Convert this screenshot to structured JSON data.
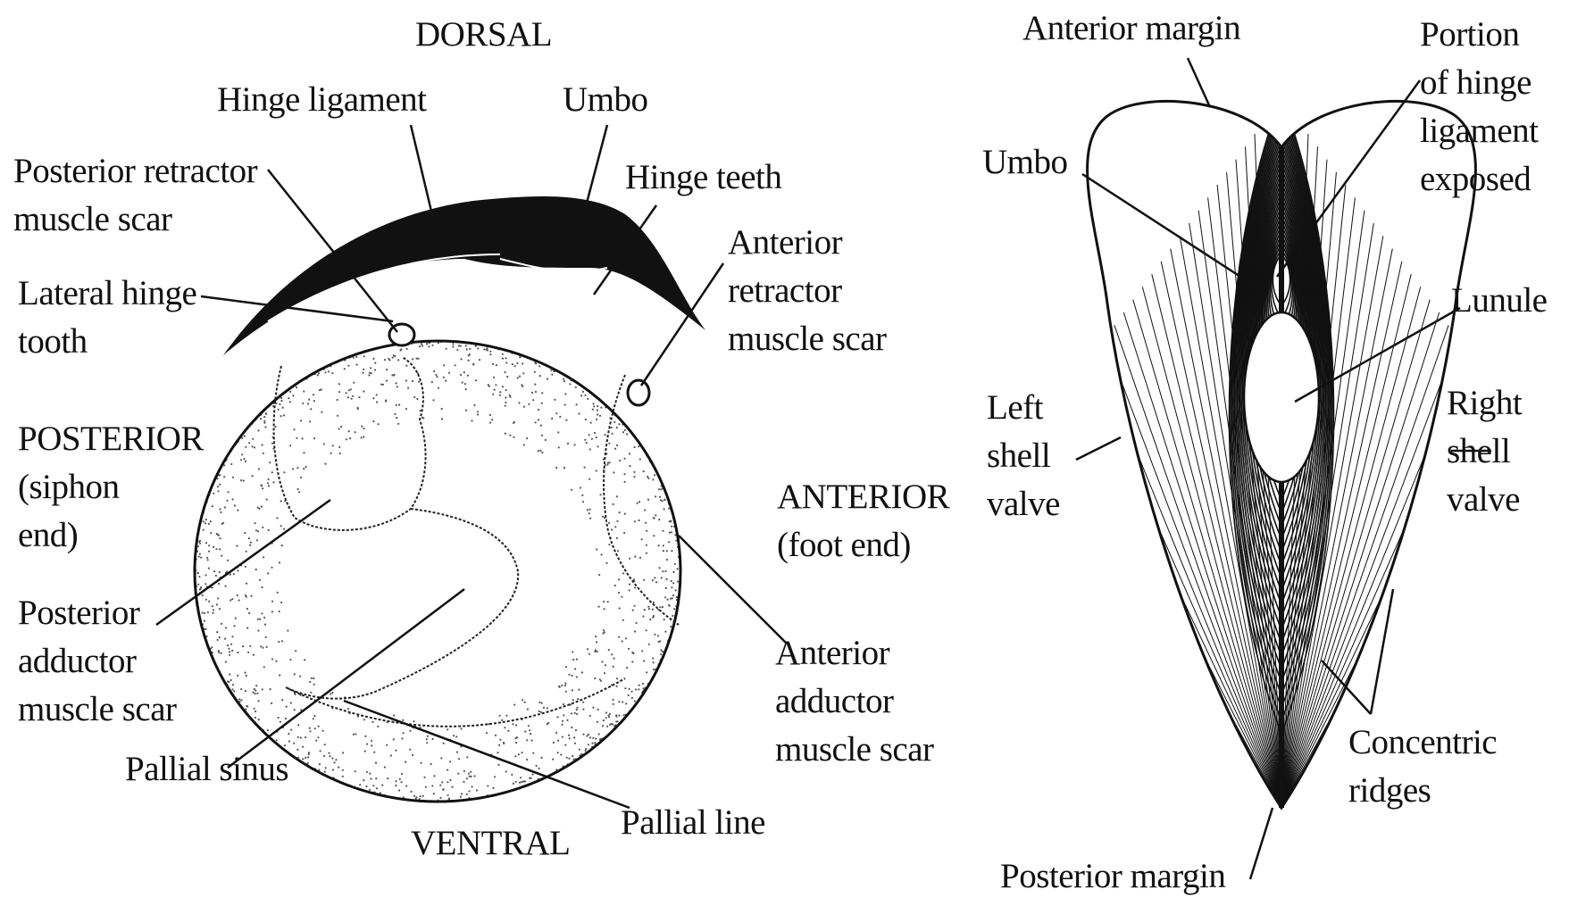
{
  "colors": {
    "ink": "#111111",
    "stipple": "#555555",
    "background": "#ffffff"
  },
  "left_view": {
    "orientation": {
      "dorsal": "DORSAL",
      "ventral": "VENTRAL",
      "posterior": "POSTERIOR\n(siphon\nend)",
      "anterior": "ANTERIOR\n(foot end)"
    },
    "labels": {
      "hinge_ligament": "Hinge ligament",
      "umbo": "Umbo",
      "posterior_retractor": "Posterior retractor\nmuscle scar",
      "hinge_teeth": "Hinge teeth",
      "lateral_hinge_tooth": "Lateral hinge\ntooth",
      "anterior_retractor": "Anterior\nretractor\nmuscle scar",
      "posterior_adductor": "Posterior\nadductor\nmuscle scar",
      "anterior_adductor": "Anterior\nadductor\nmuscle scar",
      "pallial_sinus": "Pallial sinus",
      "pallial_line": "Pallial line"
    }
  },
  "right_view": {
    "labels": {
      "anterior_margin": "Anterior margin",
      "portion_hinge": "Portion\nof hinge\nligament\nexposed",
      "umbo": "Umbo",
      "lunule": "Lunule",
      "left_shell_valve": "Left\nshell\nvalve",
      "right_shell_valve": "Right\nshell\nvalve",
      "concentric_ridges": "Concentric\nridges",
      "posterior_margin": "Posterior margin"
    }
  }
}
